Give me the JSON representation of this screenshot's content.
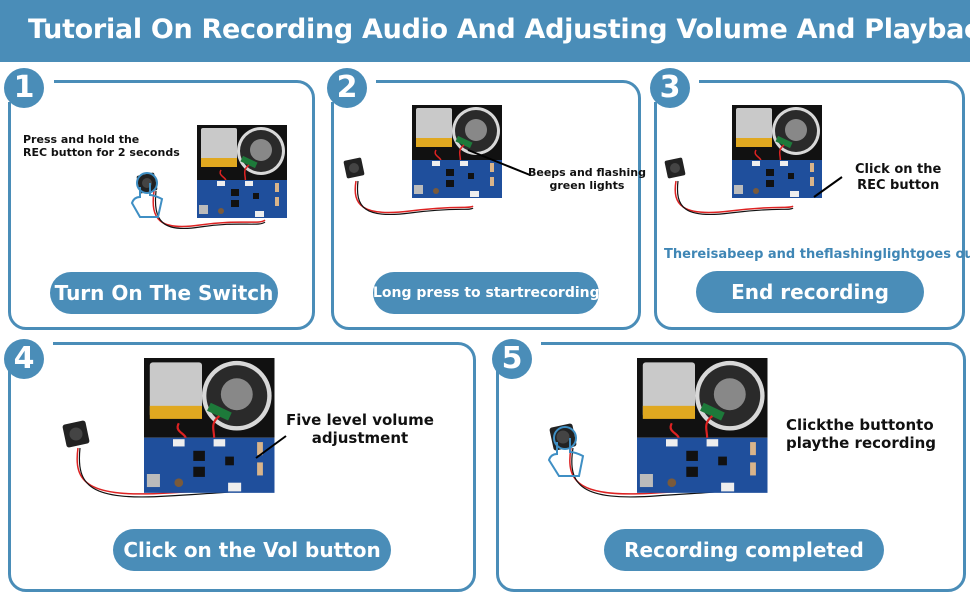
{
  "header": {
    "title": "Tutorial On Recording Audio And Adjusting Volume And Playback"
  },
  "colors": {
    "accent": "#4a8db8",
    "note_blue": "#3f86b5",
    "pcb_blue": "#1f4f9c",
    "text_dark": "#111111"
  },
  "steps": [
    {
      "number": "1",
      "note": [
        "Press and hold the",
        "REC button for 2 seconds"
      ],
      "button_label": "Turn On The Switch",
      "icon": "hand-press-icon"
    },
    {
      "number": "2",
      "note": [
        "Beeps and flashing",
        "green lights"
      ],
      "button_label": "Long press to startrecording"
    },
    {
      "number": "3",
      "note": [
        "Click on the",
        "REC button"
      ],
      "sub_note": "Thereisabeep and theflashinglightgoes out.",
      "button_label": "End recording"
    },
    {
      "number": "4",
      "note": [
        "Five level volume",
        "adjustment"
      ],
      "button_label": "Click on the Vol button"
    },
    {
      "number": "5",
      "note": [
        "Clickthe buttonto",
        "playthe recording"
      ],
      "button_label": "Recording completed",
      "icon": "hand-press-icon"
    }
  ]
}
